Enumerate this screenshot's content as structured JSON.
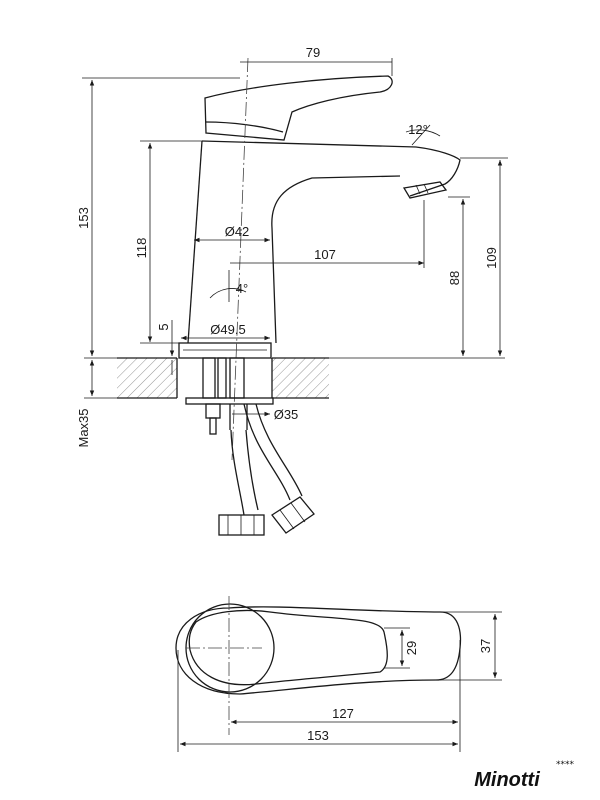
{
  "dimensions": {
    "top_handle_width": "79",
    "spout_angle": "12°",
    "overall_height": "153",
    "body_height": "118",
    "body_diameter": "Ø42",
    "spout_reach": "107",
    "tilt_angle": "4°",
    "gap": "5",
    "base_diameter": "Ø49.5",
    "aerator_height": "88",
    "spout_height": "109",
    "max_counter": "Max35",
    "hole_diameter": "Ø35",
    "handle_width_small": "29",
    "handle_width": "37",
    "handle_length": "127",
    "total_length": "153"
  },
  "brand": {
    "name": "Minotti",
    "stars": "****"
  },
  "colors": {
    "line": "#1a1a1a",
    "hatch": "#8a8a8a",
    "background": "#ffffff"
  }
}
